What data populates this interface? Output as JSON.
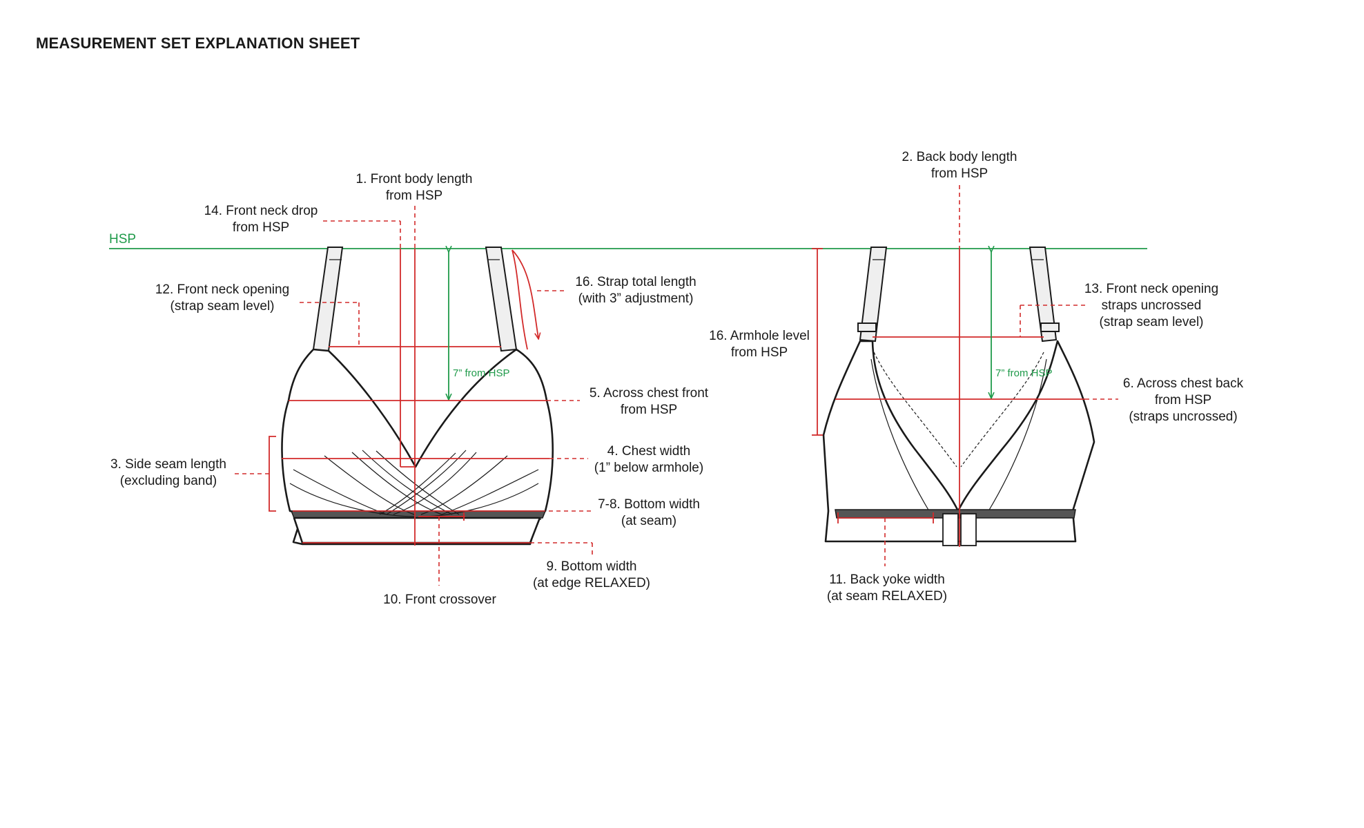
{
  "title": "MEASUREMENT SET EXPLANATION SHEET",
  "hsp_label": "HSP",
  "green_note_front": "7” from HSP",
  "green_note_back": "7” from HSP",
  "labels": {
    "m1": [
      "1. Front body length",
      "from HSP"
    ],
    "m2": [
      "2. Back body length",
      "from HSP"
    ],
    "m3": [
      "3. Side seam length",
      "(excluding band)"
    ],
    "m4": [
      "4. Chest width",
      "(1” below armhole)"
    ],
    "m5": [
      "5. Across chest front",
      "from HSP"
    ],
    "m6": [
      "6. Across chest back",
      "from HSP",
      "(straps uncrossed)"
    ],
    "m78": [
      "7-8. Bottom width",
      "(at seam)"
    ],
    "m9": [
      "9. Bottom width",
      "(at edge RELAXED)"
    ],
    "m10": [
      "10. Front crossover"
    ],
    "m11": [
      "11. Back yoke width",
      "(at seam RELAXED)"
    ],
    "m12": [
      "12. Front neck opening",
      "(strap seam level)"
    ],
    "m13": [
      "13. Front neck opening",
      "straps uncrossed",
      "(strap seam level)"
    ],
    "m14": [
      "14. Front neck drop",
      "from HSP"
    ],
    "m16a": [
      "16. Strap total length",
      "(with 3” adjustment)"
    ],
    "m16b": [
      "16. Armhole level",
      "from HSP"
    ]
  },
  "colors": {
    "measure_line": "#d22a2a",
    "hsp_line": "#1f9a4a",
    "garment_outline": "#1a1a1a"
  }
}
